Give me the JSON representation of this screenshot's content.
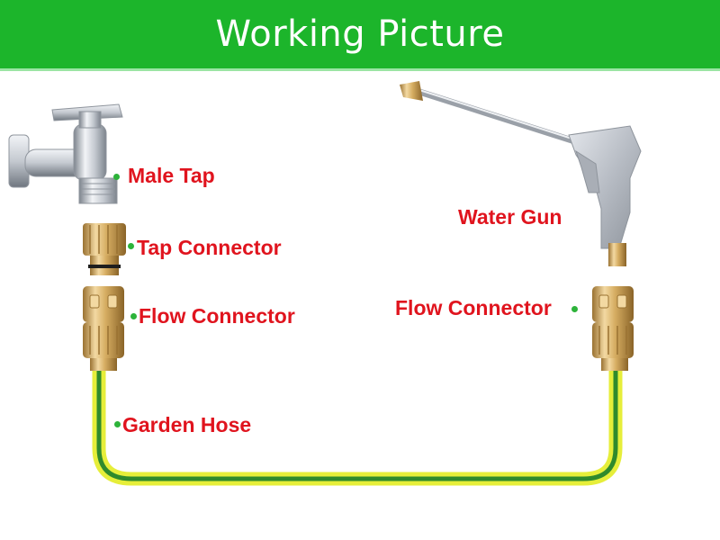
{
  "header": {
    "title": "Working Picture"
  },
  "labels": {
    "male_tap": "Male Tap",
    "tap_connector": "Tap Connector",
    "flow_connector_left": "Flow Connector",
    "garden_hose": "Garden Hose",
    "water_gun": "Water Gun",
    "flow_connector_right": "Flow Connector"
  },
  "colors": {
    "header_bg": "#1cb52b",
    "header_divider": "#9be5a4",
    "label_text": "#e0141e",
    "bullet": "#2db33a",
    "hose_outer": "#e6ee3a",
    "hose_stripe": "#2f8a2c",
    "brass_light": "#f3d9a2",
    "brass_mid": "#d6ad62",
    "brass_dark": "#9a7232",
    "chrome_light": "#f2f4f7",
    "chrome_mid": "#c4c9d0",
    "chrome_dark": "#7d848d"
  }
}
